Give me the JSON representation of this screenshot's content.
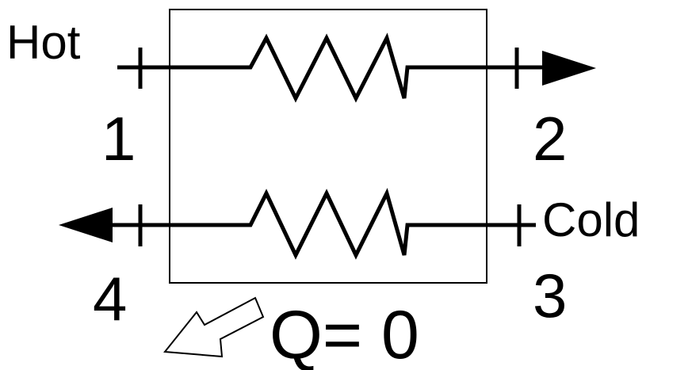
{
  "labels": {
    "hot": "Hot",
    "cold": "Cold",
    "port1": "1",
    "port2": "2",
    "port3": "3",
    "port4": "4",
    "heat": "Q= 0"
  },
  "colors": {
    "line": "#000000",
    "background": "#ffffff"
  },
  "icons": {
    "hot_stream_arrow": "arrow-right-icon",
    "cold_stream_arrow": "arrow-left-icon",
    "heat_arrow": "hollow-arrow-icon"
  }
}
